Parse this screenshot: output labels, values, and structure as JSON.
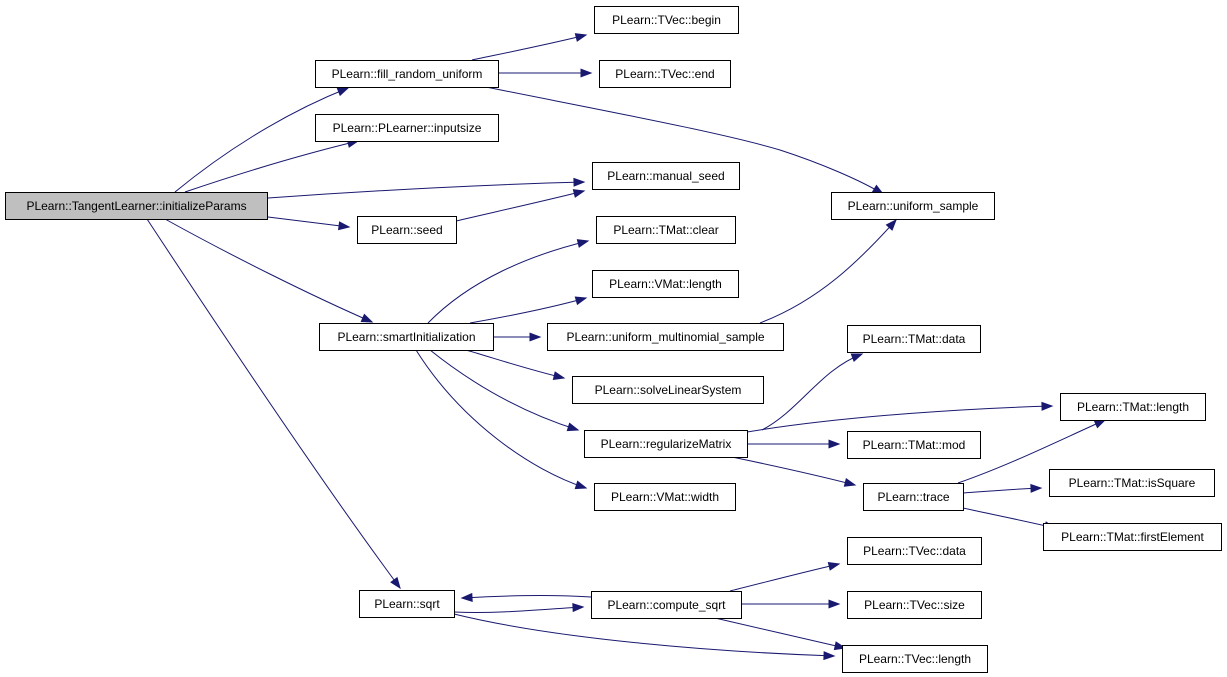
{
  "graph": {
    "nodes": [
      {
        "id": "root",
        "label": "PLearn::TangentLearner::initializeParams",
        "root": true
      },
      {
        "id": "fill",
        "label": "PLearn::fill_random_uniform"
      },
      {
        "id": "inputsize",
        "label": "PLearn::PLearner::inputsize"
      },
      {
        "id": "mseed",
        "label": "PLearn::manual_seed"
      },
      {
        "id": "seed",
        "label": "PLearn::seed"
      },
      {
        "id": "smart",
        "label": "PLearn::smartInitialization"
      },
      {
        "id": "sqrt",
        "label": "PLearn::sqrt"
      },
      {
        "id": "tvbegin",
        "label": "PLearn::TVec::begin"
      },
      {
        "id": "tvend",
        "label": "PLearn::TVec::end"
      },
      {
        "id": "usample",
        "label": "PLearn::uniform_sample"
      },
      {
        "id": "tmclear",
        "label": "PLearn::TMat::clear"
      },
      {
        "id": "vmlength",
        "label": "PLearn::VMat::length"
      },
      {
        "id": "umulti",
        "label": "PLearn::uniform_multinomial_sample"
      },
      {
        "id": "solve",
        "label": "PLearn::solveLinearSystem"
      },
      {
        "id": "regm",
        "label": "PLearn::regularizeMatrix"
      },
      {
        "id": "vmwidth",
        "label": "PLearn::VMat::width"
      },
      {
        "id": "tmdata",
        "label": "PLearn::TMat::data"
      },
      {
        "id": "tmlength",
        "label": "PLearn::TMat::length"
      },
      {
        "id": "tmmod",
        "label": "PLearn::TMat::mod"
      },
      {
        "id": "trace",
        "label": "PLearn::trace"
      },
      {
        "id": "tmissq",
        "label": "PLearn::TMat::isSquare"
      },
      {
        "id": "tmfirst",
        "label": "PLearn::TMat::firstElement"
      },
      {
        "id": "csqrt",
        "label": "PLearn::compute_sqrt"
      },
      {
        "id": "tvdata",
        "label": "PLearn::TVec::data"
      },
      {
        "id": "tvsize",
        "label": "PLearn::TVec::size"
      },
      {
        "id": "tvlength",
        "label": "PLearn::TVec::length"
      }
    ],
    "edges": [
      {
        "from": "root",
        "to": "fill"
      },
      {
        "from": "root",
        "to": "inputsize"
      },
      {
        "from": "root",
        "to": "mseed"
      },
      {
        "from": "root",
        "to": "seed"
      },
      {
        "from": "root",
        "to": "smart"
      },
      {
        "from": "root",
        "to": "sqrt"
      },
      {
        "from": "fill",
        "to": "tvbegin"
      },
      {
        "from": "fill",
        "to": "tvend"
      },
      {
        "from": "fill",
        "to": "usample"
      },
      {
        "from": "seed",
        "to": "mseed"
      },
      {
        "from": "smart",
        "to": "tmclear"
      },
      {
        "from": "smart",
        "to": "vmlength"
      },
      {
        "from": "smart",
        "to": "umulti"
      },
      {
        "from": "smart",
        "to": "solve"
      },
      {
        "from": "smart",
        "to": "regm"
      },
      {
        "from": "smart",
        "to": "vmwidth"
      },
      {
        "from": "umulti",
        "to": "usample"
      },
      {
        "from": "regm",
        "to": "tmdata"
      },
      {
        "from": "regm",
        "to": "tmlength"
      },
      {
        "from": "regm",
        "to": "tmmod"
      },
      {
        "from": "regm",
        "to": "trace"
      },
      {
        "from": "trace",
        "to": "tmlength"
      },
      {
        "from": "trace",
        "to": "tmissq"
      },
      {
        "from": "trace",
        "to": "tmfirst"
      },
      {
        "from": "sqrt",
        "to": "csqrt"
      },
      {
        "from": "sqrt",
        "to": "tvlength"
      },
      {
        "from": "csqrt",
        "to": "sqrt"
      },
      {
        "from": "csqrt",
        "to": "tvdata"
      },
      {
        "from": "csqrt",
        "to": "tvsize"
      },
      {
        "from": "csqrt",
        "to": "tvlength"
      }
    ],
    "colors": {
      "edge": "#191970",
      "node_border": "#000000",
      "node_fill": "#ffffff",
      "root_fill": "#bfbfbf"
    }
  }
}
